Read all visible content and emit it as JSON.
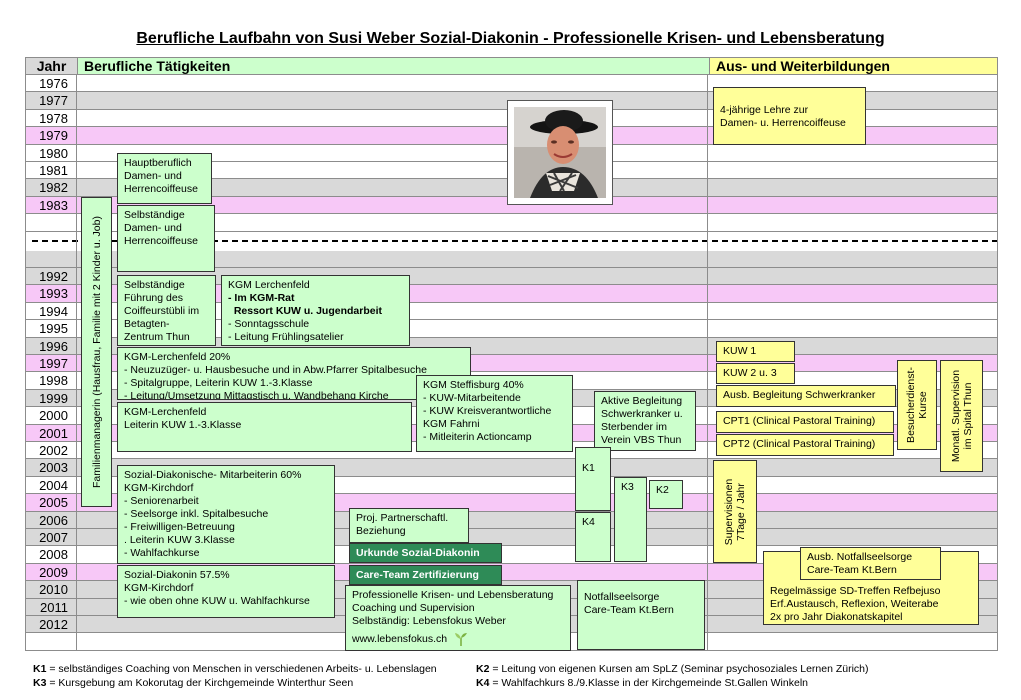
{
  "title": "Berufliche Laufbahn von Susi Weber Sozial-Diakonin - Professionelle Krisen- und Lebensberatung",
  "header": {
    "year": "Jahr",
    "activities": "Berufliche Tätigkeiten",
    "education": "Aus- und Weiterbildungen"
  },
  "years_top": [
    "1976",
    "1977",
    "1978",
    "1979",
    "1980",
    "1981",
    "1982",
    "1983"
  ],
  "years_bottom": [
    "1992",
    "1993",
    "1994",
    "1995",
    "1996",
    "1997",
    "1998",
    "1999",
    "2000",
    "2001",
    "2002",
    "2003",
    "2004",
    "2005",
    "2006",
    "2007",
    "2008",
    "2009",
    "2010",
    "2011",
    "2012"
  ],
  "boxes": {
    "hauptberuflich": "Hauptberuflich\nDamen- und\nHerrencoiffeuse",
    "selbstaendige": "Selbständige\nDamen- und\nHerrencoiffeuse",
    "familie": "Familienmanagerin (Hausfrau, Familie mit 2 Kinder u. Job)",
    "coiffeurstuebli": "Selbständige\nFührung des\nCoiffeurstübli im\nBetagten-\nZentrum Thun",
    "kgm1_title": "KGM Lerchenfeld",
    "kgm1_b1": "- Im KGM-Rat",
    "kgm1_b2": "  Ressort KUW u. Jugendarbeit",
    "kgm1_rest": "- Sonntagsschule\n- Leitung Frühlingsatelier",
    "kgm20": "KGM-Lerchenfeld 20%\n- Neuzuzüger- u. Hausbesuche und in Abw.Pfarrer Spitalbesuche\n- Spitalgruppe, Leiterin KUW 1.-3.Klasse\n- Leitung/Umsetzung Mittagstisch u. Wandbehang Kirche",
    "kgm_leiterin": "KGM-Lerchenfeld\nLeiterin KUW 1.-3.Klasse",
    "steffisburg": "KGM Steffisburg 40%\n- KUW-Mitarbeitende\n- KUW Kreisverantwortliche\n  KGM Fahrni\n- Mitleiterin Actioncamp",
    "begleitung": "Aktive Begleitung\nSchwerkranker u.\nSterbender im\nVerein VBS Thun",
    "kirchdorf60": "Sozial-Diakonische- Mitarbeiterin 60%\nKGM-Kirchdorf\n- Seniorenarbeit\n- Seelsorge inkl. Spitalbesuche\n- Freiwilligen-Betreuung\n. Leiterin KUW 3.Klasse\n- Wahlfachkurse",
    "kirchdorf57": "Sozial-Diakonin 57.5%\nKGM-Kirchdorf\n- wie oben ohne KUW u. Wahlfachkurse",
    "partnerschaft": "Proj. Partnerschaftl.\nBeziehung",
    "urkunde": "Urkunde Sozial-Diakonin",
    "careteam": "Care-Team Zertifizierung",
    "lebensfokus": "Professionelle Krisen- und Lebensberatung\nCoaching und Supervision\nSelbständig: Lebensfokus Weber",
    "website": "www.lebensfokus.ch",
    "notfallseelsorge": "Notfallseelsorge\nCare-Team Kt.Bern",
    "k1": "K1",
    "k2": "K2",
    "k3": "K3",
    "k4": "K4",
    "lehre": "4-jährige Lehre zur\nDamen- u. Herrencoiffeuse",
    "kuw1": "KUW 1",
    "kuw23": "KUW 2 u. 3",
    "ausb_schwerkranker": "Ausb. Begleitung Schwerkranker",
    "cpt1": "CPT1 (Clinical Pastoral Training)",
    "cpt2": "CPT2 (Clinical Pastoral Training)",
    "besucherdienst": "Besucherdienst-\nKurse",
    "supervision_spital": "Monatl. Supervision\nim Spital Thun",
    "supervisionen": "Supervisionen\n7Tage / Jahr",
    "ausb_notfall": "Ausb. Notfallseelsorge\nCare-Team Kt.Bern",
    "sd_treffen": "Regelmässige SD-Treffen Refbejuso\nErf.Austausch, Reflexion, Weiterabe\n2x pro Jahr Diakonatskapitel"
  },
  "legend": {
    "k1_key": "K1",
    "k1_text": " = selbständiges Coaching von Menschen in verschiedenen Arbeits- u. Lebenslagen",
    "k2_key": "K2",
    "k2_text": " = Leitung von eigenen Kursen am SpLZ (Seminar psychosoziales Lernen Zürich)",
    "k3_key": "K3",
    "k3_text": " = Kursgebung am Kokorutag der Kirchgemeinde Winterthur Seen",
    "k4_key": "K4",
    "k4_text": " = Wahlfachkurs 8./9.Klasse in der Kirchgemeinde St.Gallen Winkeln"
  },
  "colors": {
    "green_box": "#ccffcc",
    "yellow_box": "#ffff99",
    "pink_row": "#f7c8f7",
    "gray_row": "#d9d9d9",
    "dark_green": "#2e8b57"
  }
}
